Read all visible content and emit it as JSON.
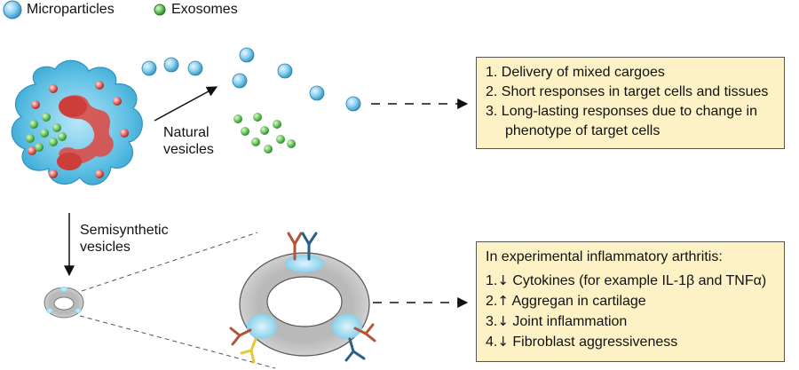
{
  "legend": {
    "microparticles": "Microparticles",
    "exosomes": "Exosomes"
  },
  "labels": {
    "natural_line1": "Natural",
    "natural_line2": "vesicles",
    "semisynthetic_line1": "Semisynthetic",
    "semisynthetic_line2": "vesicles"
  },
  "natural_box": {
    "items": [
      {
        "number": "1.",
        "text": "Delivery of mixed cargoes"
      },
      {
        "number": "2.",
        "text": "Short responses in target cells and tissues"
      },
      {
        "number": "3.",
        "text": "Long-lasting responses due to change in"
      }
    ],
    "continuation": "phenotype of target cells"
  },
  "arthritis_box": {
    "heading": "In experimental inflammatory arthritis:",
    "items": [
      {
        "number": "1.",
        "arrow": "↓",
        "text": "Cytokines (for example IL-1β and TNFα)"
      },
      {
        "number": "2.",
        "arrow": "↑",
        "text": "Aggregan in cartilage"
      },
      {
        "number": "3.",
        "arrow": "↓",
        "text": "Joint inflammation"
      },
      {
        "number": "4.",
        "arrow": "↓",
        "text": "Fibroblast aggressiveness"
      }
    ]
  },
  "colors": {
    "microparticle": "#7cc6e6",
    "exosome": "#5fbf5a",
    "cell_body": "#5fc0e4",
    "red_organelle": "#d9534f",
    "box_fill": "#fdf2c6",
    "ring_fill": "#c8c8c8"
  }
}
